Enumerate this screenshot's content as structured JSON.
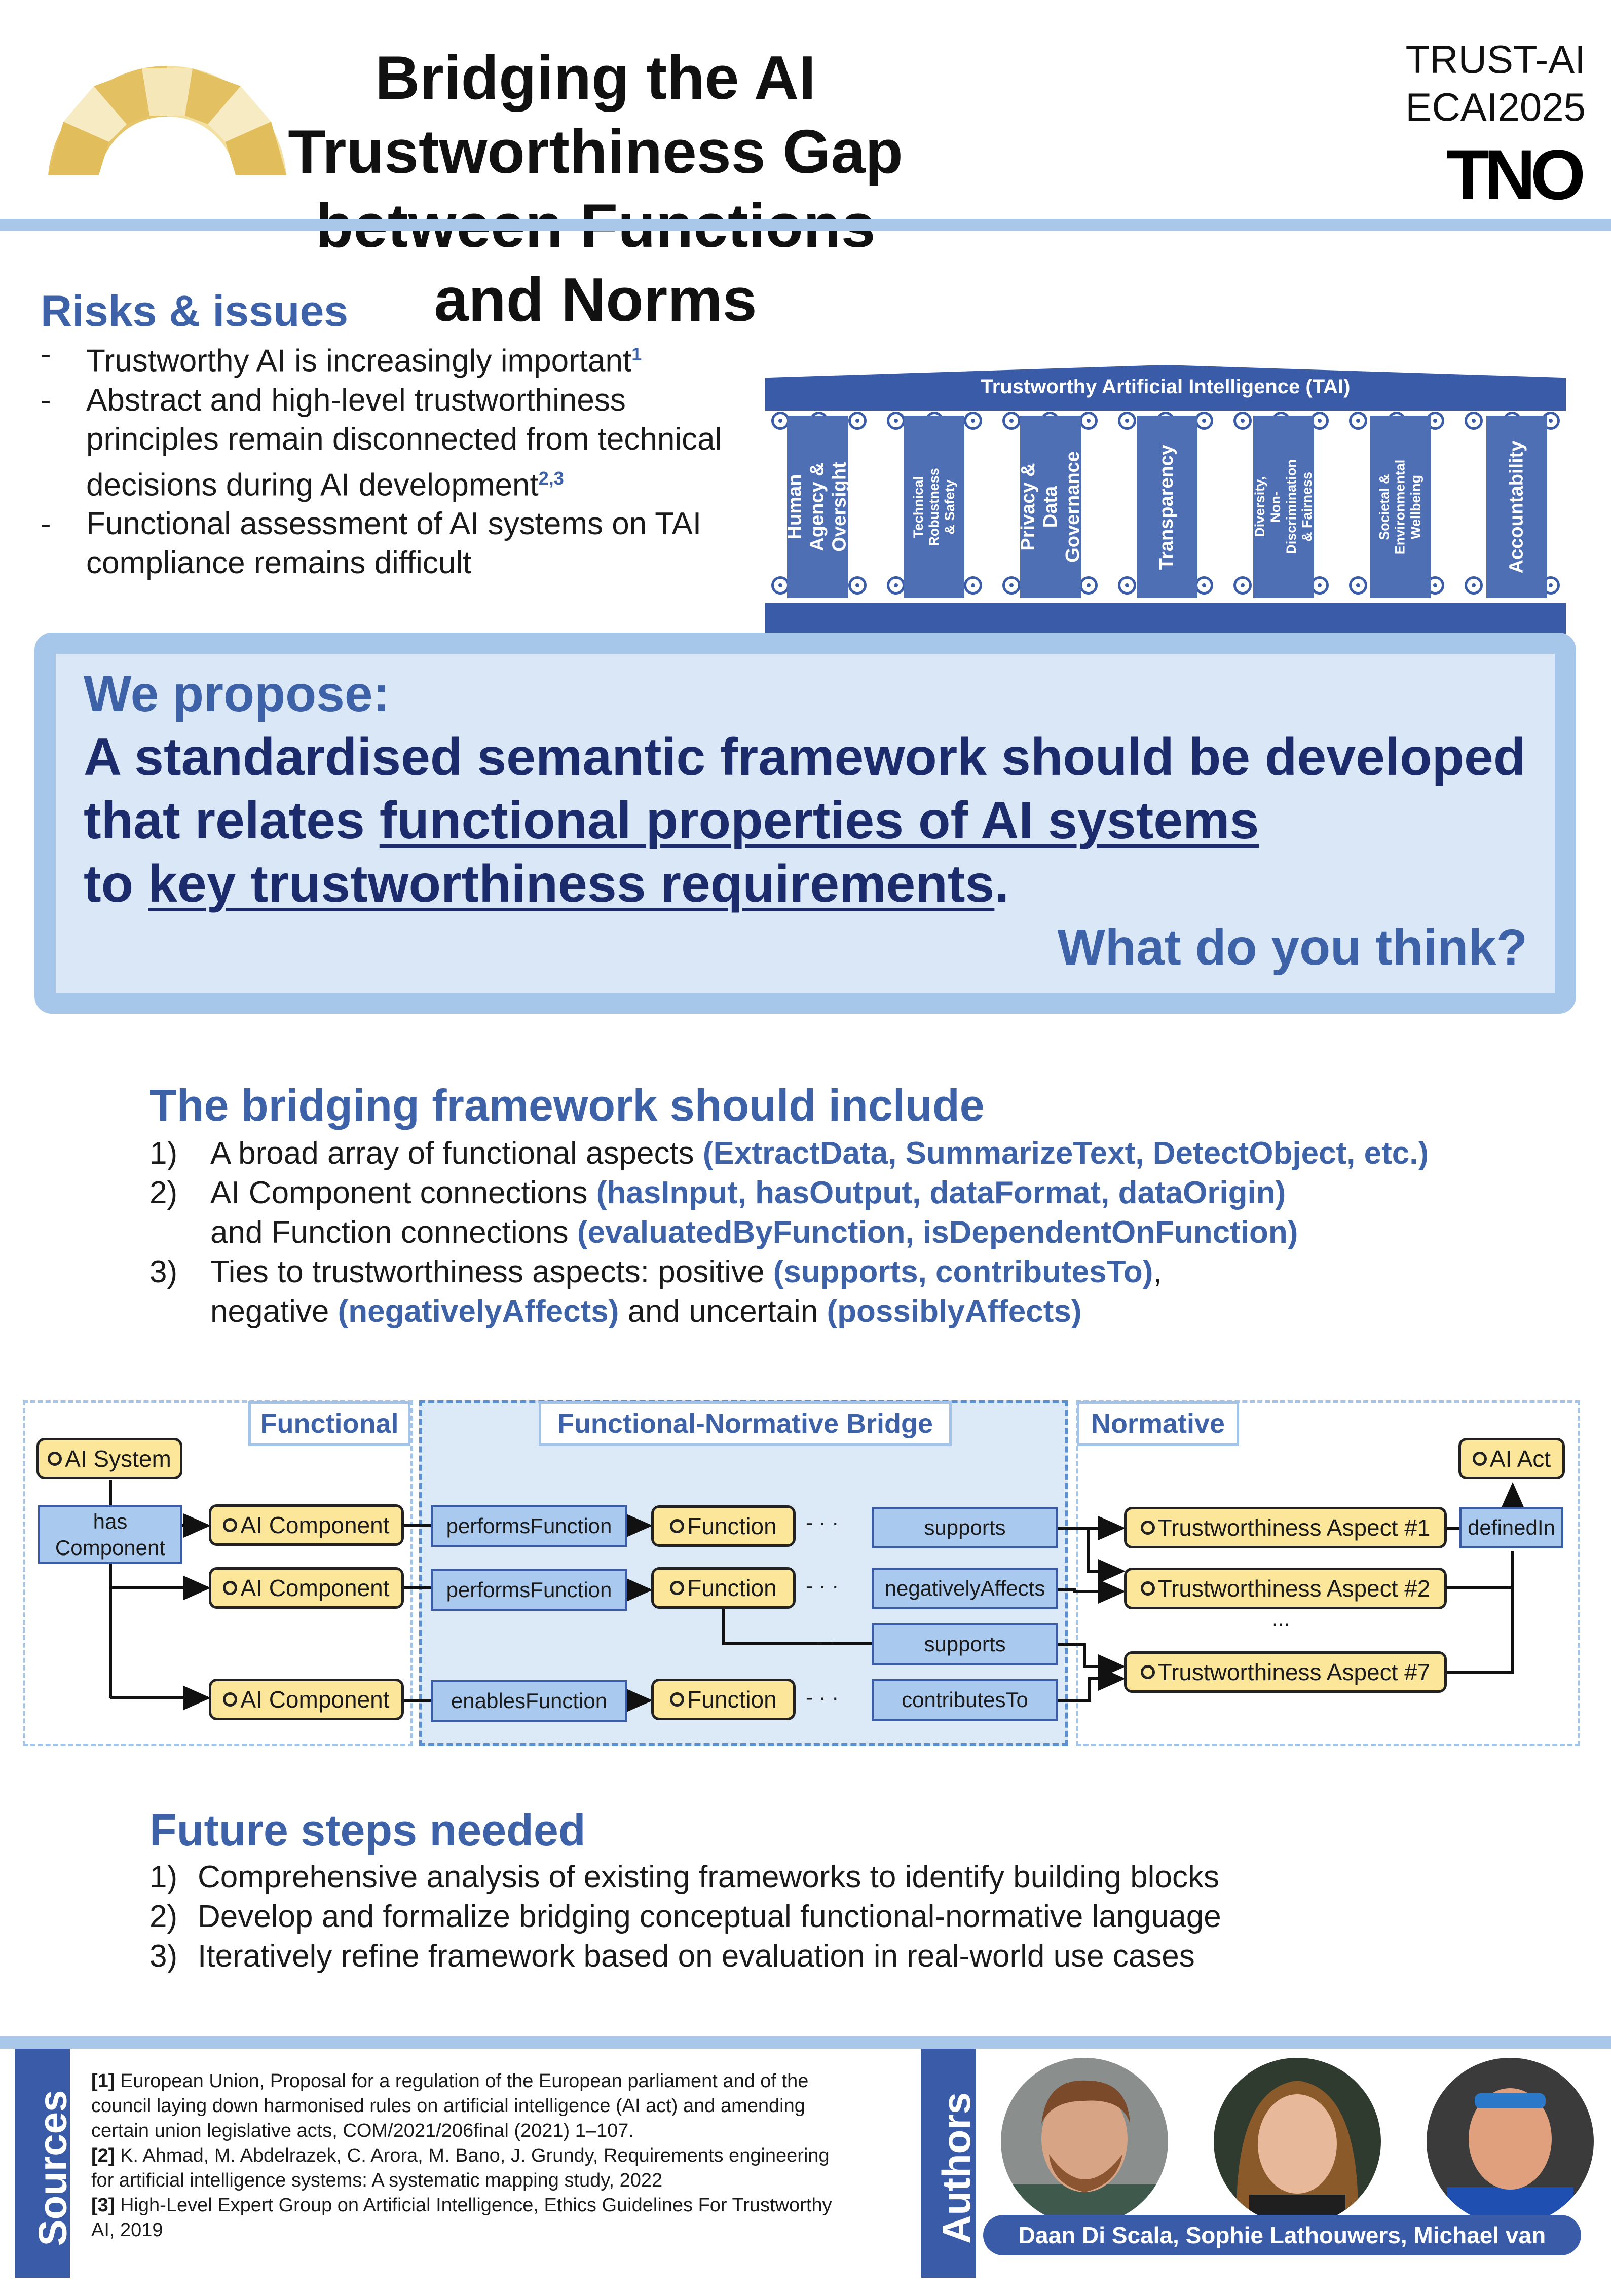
{
  "header": {
    "title_line1": "Bridging the AI Trustworthiness Gap",
    "title_line2": "between Functions and Norms",
    "conf_line1": "TRUST-AI",
    "conf_line2": "ECAI2025",
    "logo": "TNO"
  },
  "risks": {
    "heading": "Risks & issues",
    "items": [
      {
        "text": "Trustworthy AI is increasingly important",
        "sup": "1"
      },
      {
        "text": "Abstract and high-level trustworthiness principles remain disconnected from technical decisions during AI development",
        "sup": "2,3"
      },
      {
        "text": "Functional assessment of AI systems on TAI compliance remains difficult",
        "sup": ""
      }
    ]
  },
  "temple": {
    "roof_label": "Trustworthy Artificial Intelligence (TAI)",
    "pillars": [
      "Human Agency & Oversight",
      "Technical Robustness & Safety",
      "Privacy & Data Governance",
      "Transparency",
      "Diversity, Non-Discrimination & Fairness",
      "Societal & Environmental Wellbeing",
      "Accountability"
    ]
  },
  "proposal": {
    "heading": "We propose:",
    "line1": "A standardised semantic framework should be developed",
    "line2_pre": "that relates ",
    "line2_u": "functional properties of AI systems",
    "line3_pre": "to ",
    "line3_u": "key trustworthiness requirements",
    "line3_post": ".",
    "question": "What do you think?"
  },
  "bridging": {
    "heading": "The bridging framework should include",
    "item1_num": "1)",
    "item1_text": "A broad array of functional aspects ",
    "item1_hl": "(ExtractData, SummarizeText, DetectObject, etc.)",
    "item2_num": "2)",
    "item2_text": "AI Component connections ",
    "item2_hl": "(hasInput, hasOutput, dataFormat, dataOrigin)",
    "item2b_text": "and Function connections ",
    "item2b_hl": "(evaluatedByFunction, isDependentOnFunction)",
    "item3_num": "3)",
    "item3_text": "Ties to trustworthiness aspects: positive ",
    "item3_hl1": "(supports, contributesTo)",
    "item3_sep": ",",
    "item3b_text": "negative ",
    "item3b_hl": "(negativelyAffects)",
    "item3b_mid": " and uncertain ",
    "item3b_hl2": "(possiblyAffects)"
  },
  "diagram": {
    "zone_functional": "Functional",
    "zone_bridge": "Functional-Normative Bridge",
    "zone_normative": "Normative",
    "ai_system": "AI System",
    "has_component": "has Component",
    "ai_component": "AI Component",
    "performs_function": "performsFunction",
    "enables_function": "enablesFunction",
    "function": "Function",
    "supports": "supports",
    "negatively_affects": "negativelyAffects",
    "contributes_to": "contributesTo",
    "ta1": "Trustworthiness Aspect #1",
    "ta2": "Trustworthiness Aspect #2",
    "ta7": "Trustworthiness Aspect #7",
    "ellipsis": "...",
    "defined_in": "definedIn",
    "ai_act": "AI Act"
  },
  "future": {
    "heading": "Future steps needed",
    "items": [
      {
        "num": "1)",
        "text": "Comprehensive analysis of existing frameworks to identify building blocks"
      },
      {
        "num": "2)",
        "text": "Develop and formalize bridging conceptual functional-normative language"
      },
      {
        "num": "3)",
        "text": "Iteratively refine framework based on evaluation in real-world use cases"
      }
    ]
  },
  "footer": {
    "sources_label": "Sources",
    "authors_label": "Authors",
    "sources": [
      {
        "ref": "[1]",
        "text": "European Union, Proposal for a regulation of the European parliament and of the council laying down harmonised rules on artificial intelligence (AI  act) and amending certain union legislative acts, COM/2021/206final (2021) 1–107."
      },
      {
        "ref": "[2]",
        "text": "K. Ahmad, M. Abdelrazek, C. Arora, M. Bano, J. Grundy, Requirements engineering for artificial intelligence systems: A systematic mapping study, 2022"
      },
      {
        "ref": "[3]",
        "text": "High-Level Expert Group on Artificial Intelligence, Ethics Guidelines For Trustworthy AI, 2019"
      }
    ],
    "authors": "Daan Di Scala, Sophie Lathouwers, Michael van Bekkum"
  },
  "colors": {
    "accent": "#3e62a8",
    "light_blue": "#a7c7ea",
    "panel": "#d9e7f6",
    "yellow": "#fce69a",
    "dark_navy": "#1c2b6b"
  }
}
